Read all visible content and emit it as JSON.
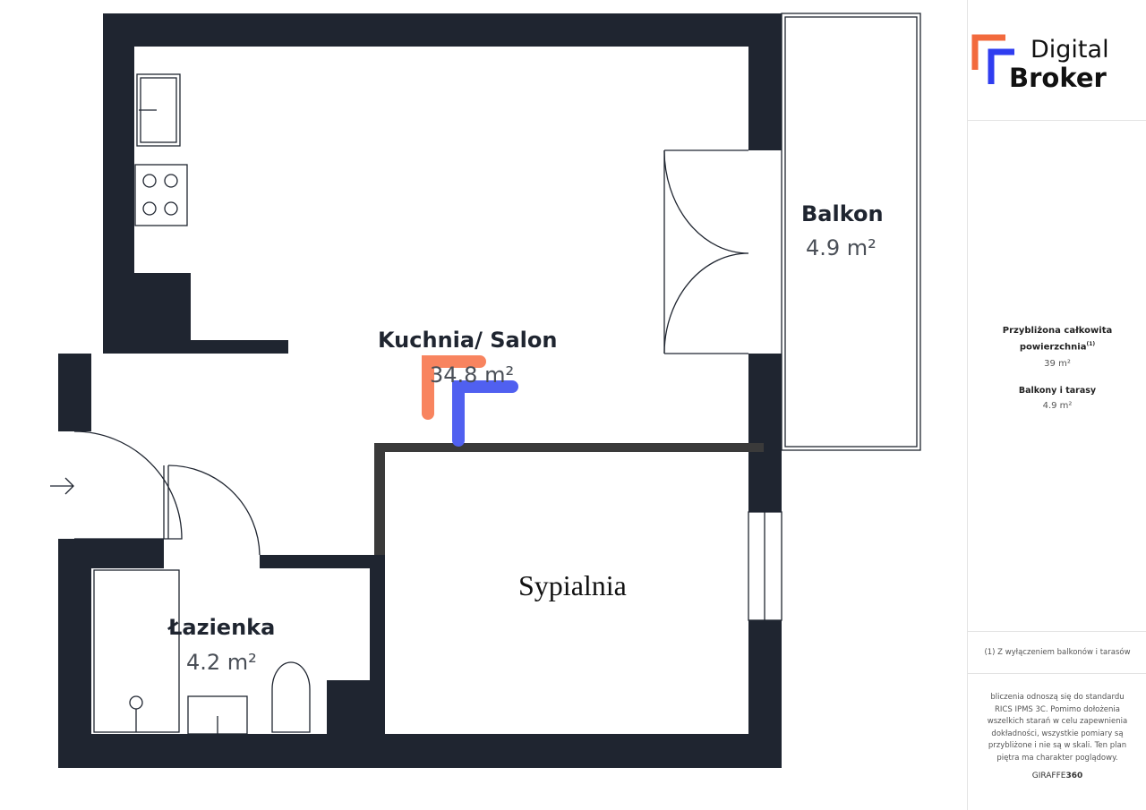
{
  "brand": {
    "line1": "Digital",
    "line2": "Broker",
    "accent_orange": "#f26a3d",
    "accent_blue": "#2f3df0"
  },
  "rooms": [
    {
      "name": "Kuchnia/ Salon",
      "area": "34.8 m²"
    },
    {
      "name": "Balkon",
      "area": "4.9 m²"
    },
    {
      "name": "Łazienka",
      "area": "4.2 m²"
    },
    {
      "name": "Sypialnia"
    }
  ],
  "summary": {
    "total_label": "Przybliżona całkowita powierzchnia",
    "total_note": "(1)",
    "total_value": "39 m²",
    "balcony_label": "Balkony i tarasy",
    "balcony_value": "4.9 m²",
    "footnote": "(1) Z wyłączeniem balkonów i tarasów",
    "disclaimer": "bliczenia odnoszą się do standardu RICS IPMS 3C. Pomimo dołożenia wszelkich starań w celu zapewnienia dokładności, wszystkie pomiary są przybliżone i nie są w skali. Ten plan piętra ma charakter poglądowy.",
    "credit_a": "GIRAFFE",
    "credit_b": "360"
  },
  "colors": {
    "wall": "#1f2530",
    "partition": "#3a3a3a"
  }
}
